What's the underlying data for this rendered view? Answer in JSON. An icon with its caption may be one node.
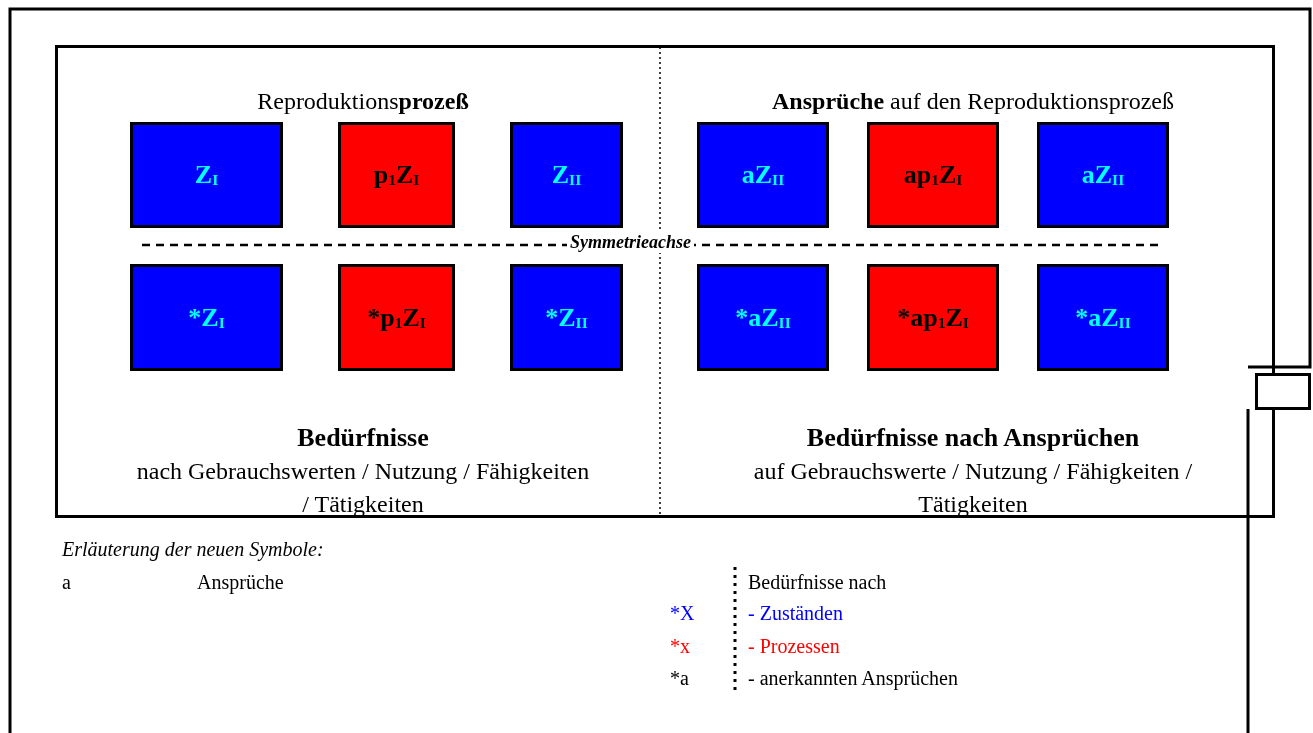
{
  "diagram": {
    "nodes": [
      {
        "text": [
          "Reproduktions**prozeß**",
          "**Ansprüche** auf den Reproduktionsprozeß",
          "Bedürfnisse",
          "nach Gebrauchswerten / Nutzung / Fähigkeiten / Tätigkeiten",
          "Bedürfnisse nach Ansprüchen",
          "auf Gebrauchswerte / Nutzung / Fähigkeiten / Tätigkeiten"
        ]
      },
      {
        "text": [
          "Z$_{I}$"
        ],
        "in": 0
      },
      {
        "text": [
          "p$_{1}$Z$_{I}$"
        ],
        "in": 0
      },
      {
        "text": [
          "Z$_{II}$"
        ],
        "in": 0
      },
      {
        "text": [
          "aZ$_{II}$"
        ],
        "in": 0
      },
      {
        "text": [
          "ap$_{1}$Z$_{I}$"
        ],
        "in": 0
      },
      {
        "text": [
          "aZ$_{II}$"
        ],
        "in": 0
      },
      {
        "text": [
          "*Z$_{I}$"
        ],
        "in": 0
      },
      {
        "text": [
          "*p$_{1}$Z$_{I}$"
        ],
        "in": 0
      },
      {
        "text": [
          "*Z$_{II}$"
        ],
        "in": 0
      },
      {
        "text": [
          "*aZ$_{II}$"
        ],
        "in": 0
      },
      {
        "text": [
          "*ap$_{1}$Z$_{I}$"
        ],
        "in": 0
      },
      {
        "text": [
          "*aZ$_{II}$"
        ],
        "in": 0
      },
      {
        "text": [],
        "shape": "box"
      }
    ],
    "edges": [],
    "labels": [
      "Symmetrieachse",
      "Erläuterung der neuen Symbole:",
      "a",
      "Ansprüche",
      "Bedürfnisse nach",
      "*X",
      "- Zuständen",
      "*x",
      "- Prozessen",
      "*a",
      "- anerkannten Ansprüchen"
    ]
  }
}
